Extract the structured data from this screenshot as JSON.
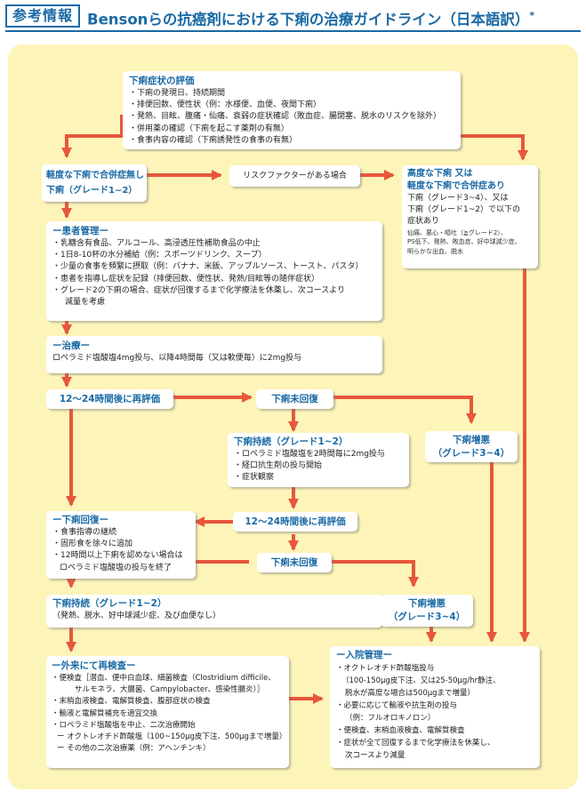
{
  "header": {
    "tag": "参考情報",
    "title": "Bensonらの抗癌剤における下痢の治療ガイドライン（日本語訳）",
    "title_mark": "*"
  },
  "colors": {
    "accent_blue": "#1b6aa5",
    "arrow_red": "#e8573b",
    "panel_yellow": "#fdf4b9"
  },
  "boxes": {
    "assessment": {
      "title": "下痢症状の評価",
      "items": [
        "・下痢の発現日、持続期間",
        "・排便回数、便性状（例：水様便、血便、夜間下痢）",
        "・発熱、目眩、腹痛・仙痛、衰弱の症状確認（敗血症、腸閉塞、脱水のリスクを除外）",
        "・併用薬の確認（下痢を起こす薬剤の有無）",
        "・食事内容の確認（下痢誘発性の食事の有無）"
      ]
    },
    "mild": {
      "line1": "軽度な下痢で合併症無し",
      "line2": "下痢（グレード1~2）"
    },
    "risk": {
      "label": "リスクファクターがある場合"
    },
    "severe": {
      "title1": "高度な下痢 又は",
      "title2": "軽度な下痢で合併症あり",
      "lines": [
        "下痢（グレード3~4）、又は",
        "下痢（グレード1~2）で以下の",
        "症状あり"
      ],
      "small": [
        "仙痛、悪心・嘔吐（≧グレード2）、",
        "PS低下、発熱、敗血症、好中球減少症、",
        "明らかな出血、脱水"
      ]
    },
    "patient_mgmt": {
      "title": "ー患者管理ー",
      "items": [
        "・乳糖含有食品、アルコール、高浸透圧性補助食品の中止",
        "・1日8-10杯の水分補給（例：スポーツドリンク、スープ）",
        "・少量の食事を頻繁に摂取（例：バナナ、米飯、アップルソース、トースト、パスタ）",
        "・患者を指導し症状を記録（排便回数、便性状、発熱/目眩等の随伴症状）",
        "・グレード2の下痢の場合、症状が回復するまで化学療法を休薬し、次コースより"
      ],
      "cont": "減量を考慮"
    },
    "treatment": {
      "title": "ー治療ー",
      "text": "ロペラミド塩酸塩4mg投与、以降4時間毎（又は軟便毎）に2mg投与"
    },
    "reeval1": {
      "label": "12～24時間後に再評価"
    },
    "unrecovered1": {
      "label": "下痢未回復"
    },
    "persist1": {
      "title": "下痢持続（グレード1~2）",
      "items": [
        "・ロペラミド塩酸塩を2時間毎に2mg投与",
        "・経口抗生剤の投与開始",
        "・症状観察"
      ]
    },
    "worsen1": {
      "line1": "下痢増悪",
      "line2": "（グレード3~4）"
    },
    "recovery": {
      "title": "ー下痢回復ー",
      "items": [
        "・食事指導の継続",
        "・固形食を徐々に追加",
        "・12時間以上下痢を認めない場合は"
      ],
      "cont": "ロペラミド塩酸塩の投与を終了"
    },
    "reeval2": {
      "label": "12～24時間後に再評価"
    },
    "unrecovered2": {
      "label": "下痢未回復"
    },
    "persist2": {
      "title": "下痢持続（グレード1~2）",
      "text": "（発熱、脱水、好中球減少症、及び血便なし）"
    },
    "worsen2": {
      "line1": "下痢増悪",
      "line2": "（グレード3~4）"
    },
    "outpatient": {
      "title": "ー外来にて再検査ー",
      "items": [
        "・便検査［潜血、便中白血球、細菌検査（Clostridium difficile、",
        "サルモネラ、大腸菌、Campylobacter、感染性腸炎）］",
        "・末梢血液検査、電解質検査、腹部症状の検査",
        "・輸液と電解質補充を適宜交換",
        "・ロペラミド塩酸塩を中止、二次治療開始",
        "ー オクトレオチド酢酸塩（100~150μg皮下注、500μgまで増量）",
        "ー その他の二次治療薬（例：アヘンチンキ）"
      ]
    },
    "inpatient": {
      "title": "ー入院管理ー",
      "items": [
        "・オクトレオチド酢酸塩投与",
        "（100-150μg皮下注、又は25-50μg/hr静注、",
        "脱水が高度な場合は500μgまで増量）",
        "・必要に応じて輸液や抗生剤の投与",
        "（例：フルオロキノロン）",
        "・便検査、末梢血液検査、電解質検査",
        "・症状が全て回復するまで化学療法を休薬し、",
        "次コースより減量"
      ]
    }
  }
}
